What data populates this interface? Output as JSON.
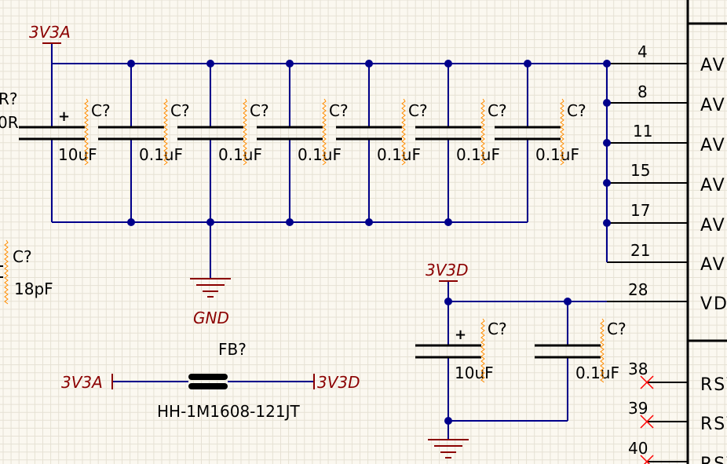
{
  "colors": {
    "background": "#fbf8f0",
    "grid": "#e6e1d4",
    "wire": "#00008b",
    "junction": "#00008b",
    "power": "#8b0000",
    "body": "#000000",
    "text": "#000000",
    "pin_marker": "#ff0000",
    "capacitor_highlight": "#ff8c00"
  },
  "power_ports": {
    "top_left": "3V3A",
    "gnd_top": "GND",
    "right": "3V3D",
    "ferrite_left": "3V3A",
    "ferrite_right": "3V3D"
  },
  "decoupling_row": [
    {
      "ref": "C?",
      "value": "10uF",
      "polarized": "+"
    },
    {
      "ref": "C?",
      "value": "0.1uF",
      "polarized": ""
    },
    {
      "ref": "C?",
      "value": "0.1uF",
      "polarized": ""
    },
    {
      "ref": "C?",
      "value": "0.1uF",
      "polarized": ""
    },
    {
      "ref": "C?",
      "value": "0.1uF",
      "polarized": ""
    },
    {
      "ref": "C?",
      "value": "0.1uF",
      "polarized": ""
    },
    {
      "ref": "C?",
      "value": "0.1uF",
      "polarized": ""
    }
  ],
  "digital_row": [
    {
      "ref": "C?",
      "value": "10uF",
      "polarized": "+"
    },
    {
      "ref": "C?",
      "value": "0.1uF",
      "polarized": ""
    }
  ],
  "partial_left": {
    "resistor_ref": "R?",
    "resistor_value": "0R",
    "cap_ref": "C?",
    "cap_value": "18pF"
  },
  "ferrite": {
    "ref": "FB?",
    "value": "HH-1M1608-121JT"
  },
  "ic_pins": [
    {
      "number": "4",
      "name": "AV"
    },
    {
      "number": "8",
      "name": "AV"
    },
    {
      "number": "11",
      "name": "AV"
    },
    {
      "number": "15",
      "name": "AV"
    },
    {
      "number": "17",
      "name": "AV"
    },
    {
      "number": "21",
      "name": "AV"
    },
    {
      "number": "28",
      "name": "VD"
    },
    {
      "number": "38",
      "name": "RSV"
    },
    {
      "number": "39",
      "name": "RSV"
    },
    {
      "number": "40",
      "name": "RSV"
    }
  ]
}
